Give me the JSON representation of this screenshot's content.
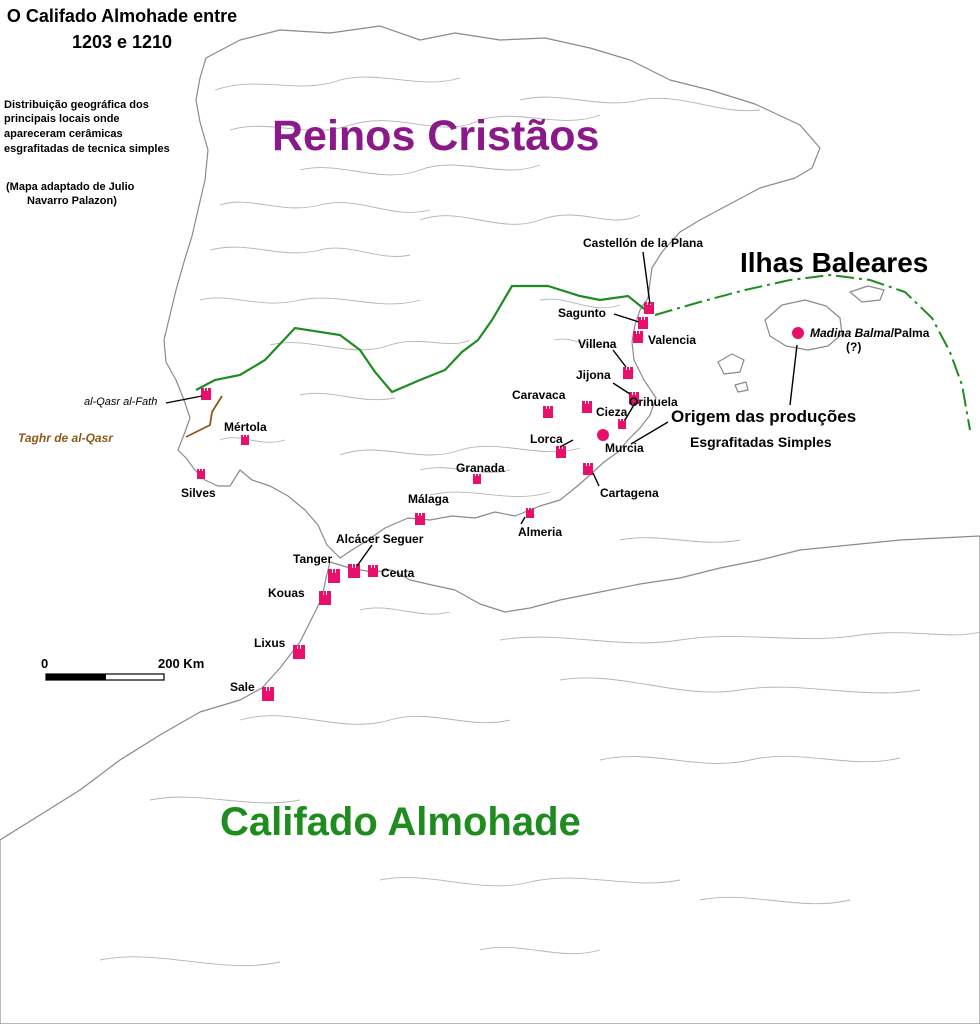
{
  "title": {
    "line1": "O Califado Almohade entre",
    "line2": "1203 e 1210"
  },
  "description": {
    "lines": [
      "Distribuição geográfica dos",
      "principais locais onde",
      "apareceram cerâmicas",
      "esgrafitadas de tecnica simples"
    ]
  },
  "credit": {
    "line1": "(Mapa adaptado de Julio",
    "line2": "Navarro Palazon)"
  },
  "regions": {
    "christian": "Reinos Cristãos",
    "balearics": "Ilhas Baleares",
    "almohad": "Califado Almohade"
  },
  "legend_labels": {
    "origin_line1": "Origem das produções",
    "origin_line2": "Esgrafitadas Simples",
    "taghr": "Taghr de al-Qasr"
  },
  "places": {
    "castellon": "Castellón de la Plana",
    "sagunto": "Sagunto",
    "valencia": "Valencia",
    "villena": "Villena",
    "jijona": "Jijona",
    "orihuela": "Orihuela",
    "caravaca": "Caravaca",
    "cieza": "Cieza",
    "lorca": "Lorca",
    "murcia": "Murcia",
    "granada": "Granada",
    "cartagena": "Cartagena",
    "malaga": "Málaga",
    "almeria": "Almeria",
    "alcacer": "Alcácer Seguer",
    "tanger": "Tanger",
    "ceuta": "Ceuta",
    "kouas": "Kouas",
    "lixus": "Lixus",
    "sale": "Sale",
    "mertola": "Mértola",
    "silves": "Silves",
    "alqasr": "al-Qasr al-Fath",
    "palma_italic": "Madina Balma",
    "palma_rest": "/Palma",
    "palma_q": "(?)"
  },
  "scale_bar": {
    "start": "0",
    "end": "200 Km"
  },
  "colors": {
    "frontier": "#1f8c1f",
    "site_marker": "#e8106a",
    "christian_label": "#8a1a8a",
    "almohad_label": "#1f8c1f",
    "taghr_line": "#8b5a1a"
  }
}
